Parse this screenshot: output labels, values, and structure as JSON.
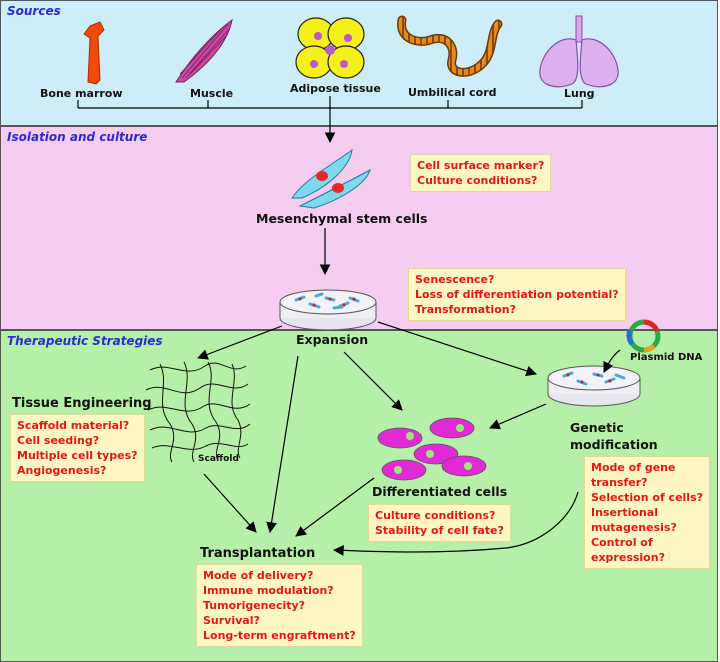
{
  "bands": {
    "sources": "Sources",
    "isolation": "Isolation and culture",
    "therapeutic": "Therapeutic Strategies"
  },
  "sources": {
    "bone_marrow": "Bone marrow",
    "muscle": "Muscle",
    "adipose": "Adipose tissue",
    "umbilical": "Umbilical cord",
    "lung": "Lung"
  },
  "msc": {
    "label": "Mesenchymal stem cells",
    "questions": [
      "Cell surface marker?",
      "Culture conditions?"
    ]
  },
  "expansion": {
    "label": "Expansion",
    "questions": [
      "Senescence?",
      "Loss of differentiation potential?",
      "Transformation?"
    ]
  },
  "plasmid": {
    "label": "Plasmid DNA"
  },
  "tissue_engineering": {
    "label": "Tissue Engineering",
    "scaffold": "Scaffold",
    "questions": [
      "Scaffold material?",
      "Cell seeding?",
      "Multiple cell types?",
      "Angiogenesis?"
    ]
  },
  "differentiated": {
    "label": "Differentiated cells",
    "questions": [
      "Culture conditions?",
      "Stability of cell fate?"
    ]
  },
  "genetic": {
    "label_line1": "Genetic",
    "label_line2": "modification",
    "questions": [
      "Mode of gene",
      "transfer?",
      "Selection of cells?",
      "Insertional",
      "mutagenesis?",
      "Control of",
      "expression?"
    ]
  },
  "transplantation": {
    "label": "Transplantation",
    "questions": [
      "Mode of delivery?",
      "Immune modulation?",
      "Tumorigenecity?",
      "Survival?",
      "Long-term engraftment?"
    ]
  },
  "colors": {
    "sources_bg": "#cdeef8",
    "isolation_bg": "#f6cdee",
    "therapeutic_bg": "#b6f0a8",
    "question_text": "#e21818",
    "question_box": "#fff8c4",
    "band_title": "#2b2bd6"
  }
}
